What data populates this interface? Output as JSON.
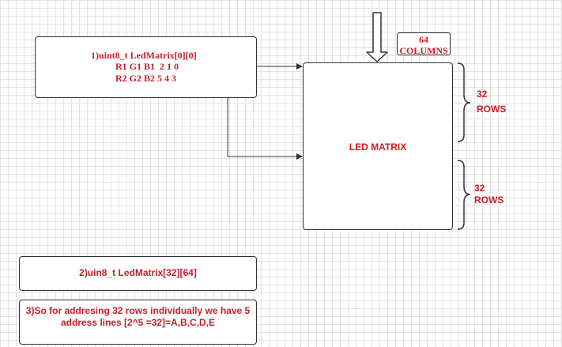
{
  "colors": {
    "accent": "#c81e28",
    "stroke": "#333333",
    "grid": "#e3e3e3"
  },
  "top_box": {
    "title": "1)uint8_t LedMatrix[0][0]",
    "line1": "R1 G1 B1  2 1 0",
    "line2": "R2 G2 B2 5 4 3"
  },
  "columns_box": {
    "count": "64",
    "label": "COLUMNS"
  },
  "matrix": {
    "label": "LED MATRIX"
  },
  "rows_upper": {
    "count": "32",
    "label": "ROWS"
  },
  "rows_lower": {
    "count": "32",
    "label": "ROWS"
  },
  "box2": {
    "text": "2)uin8_t LedMatrix[32][64]"
  },
  "box3": {
    "line1": "3)So for addresing 32 rows individually we have 5",
    "line2": "address lines [2^5 =32]=A,B,C,D,E"
  }
}
